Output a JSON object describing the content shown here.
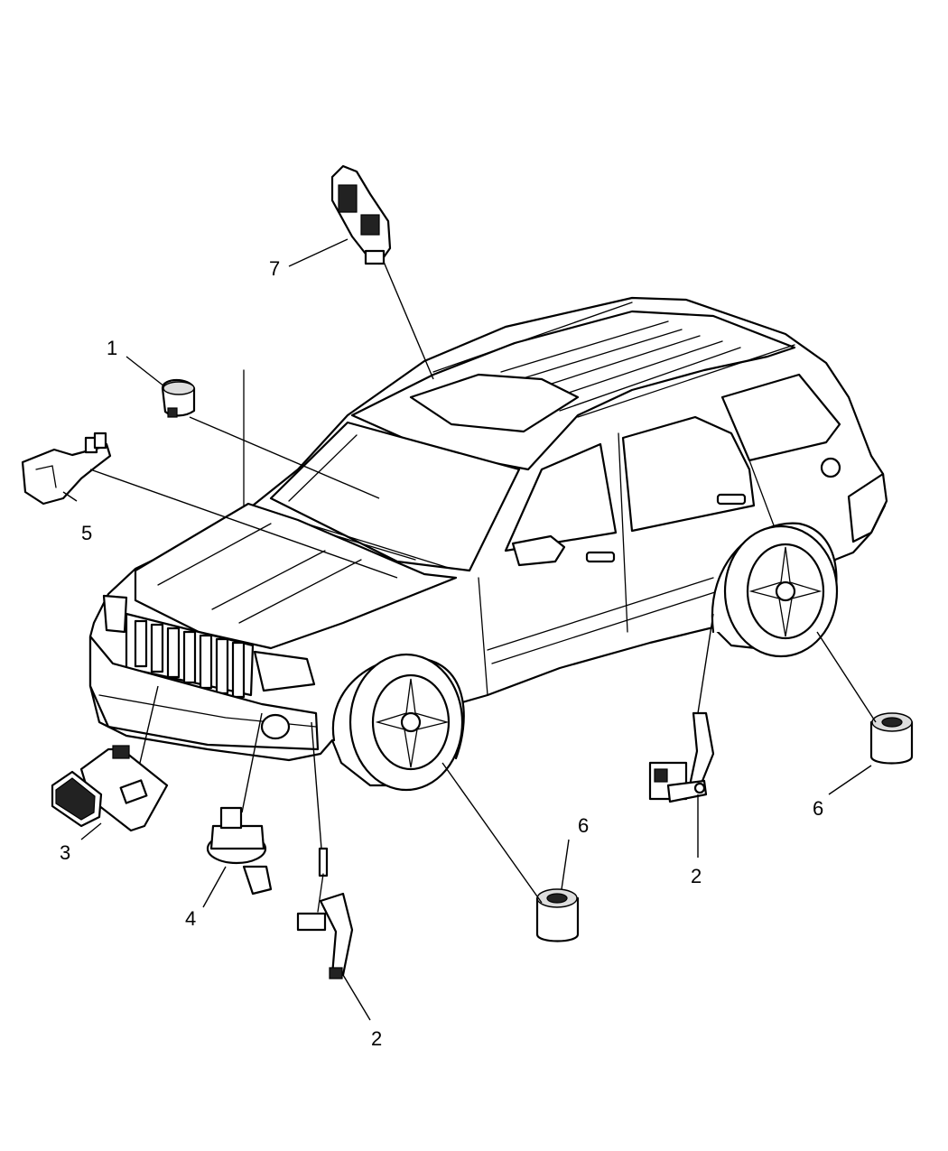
{
  "callouts": [
    {
      "id": "callout-1",
      "number": "1"
    },
    {
      "id": "callout-2-front",
      "number": "2"
    },
    {
      "id": "callout-2-rear",
      "number": "2"
    },
    {
      "id": "callout-3",
      "number": "3"
    },
    {
      "id": "callout-4",
      "number": "4"
    },
    {
      "id": "callout-5",
      "number": "5"
    },
    {
      "id": "callout-6-front",
      "number": "6"
    },
    {
      "id": "callout-6-rear",
      "number": "6"
    },
    {
      "id": "callout-7",
      "number": "7"
    }
  ]
}
